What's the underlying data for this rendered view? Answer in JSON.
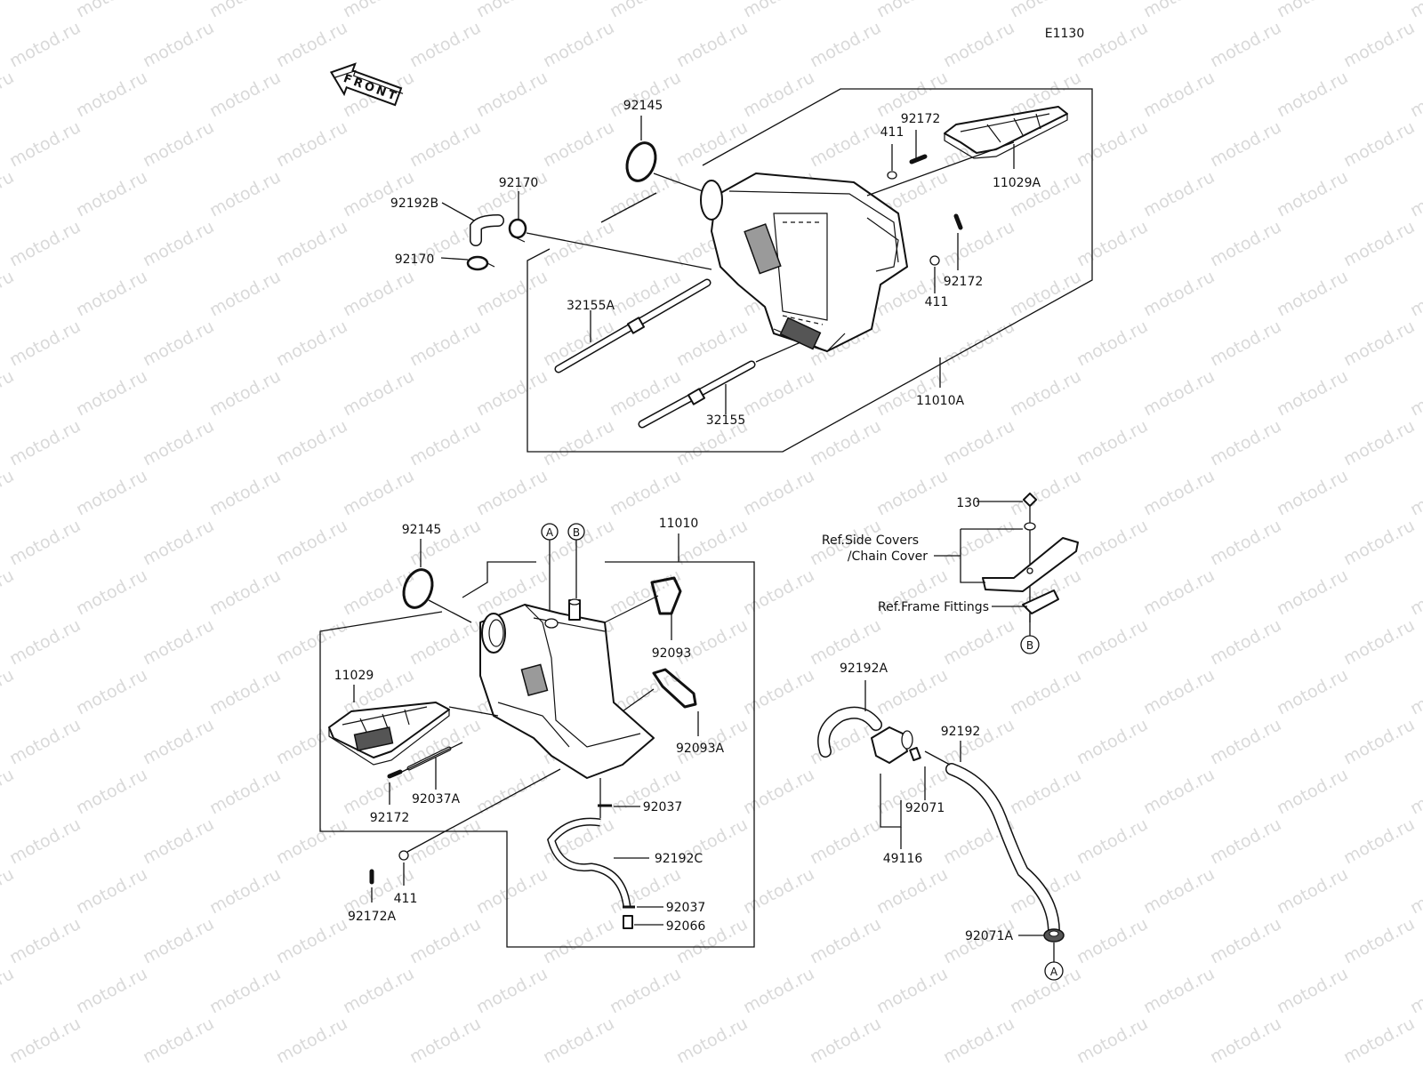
{
  "diagram_code": "E1130",
  "front_label": "FRONT",
  "watermark": "motod.ru",
  "callout_A": "A",
  "callout_B": "B",
  "parts": {
    "p92145_top": "92145",
    "p92172_top": "92172",
    "p411_top": "411",
    "p11029A": "11029A",
    "p92170_top": "92170",
    "p92192B": "92192B",
    "p92170_left": "92170",
    "p411_mid": "411",
    "p92172_mid": "92172",
    "p32155A": "32155A",
    "p32155": "32155",
    "p11010A": "11010A",
    "p92145_bot": "92145",
    "p11010": "11010",
    "p92093": "92093",
    "p11029": "11029",
    "p92093A": "92093A",
    "p92037A": "92037A",
    "p92172_bot": "92172",
    "p92037_a": "92037",
    "p92192C": "92192C",
    "p92172A": "92172A",
    "p411_bot": "411",
    "p92037_b": "92037",
    "p92066": "92066",
    "p130": "130",
    "ref_side_1": "Ref.Side Covers",
    "ref_side_2": "/Chain Cover",
    "ref_frame": "Ref.Frame Fittings",
    "p92192A": "92192A",
    "p92192": "92192",
    "p92071": "92071",
    "p49116": "49116",
    "p92071A": "92071A"
  }
}
